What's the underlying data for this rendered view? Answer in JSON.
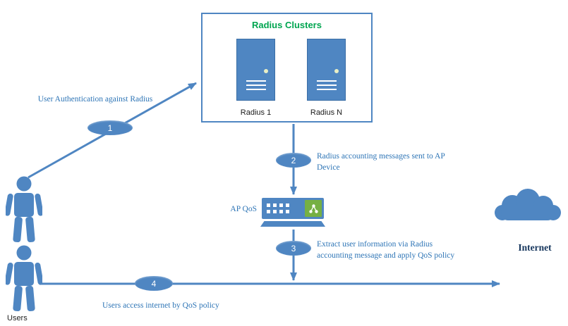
{
  "colors": {
    "accent": "#4f86c2",
    "accent-dark": "#3a6ea5",
    "title-green": "#00a550",
    "text-blue": "#2e75b6",
    "internet-navy": "#17375e",
    "device-green": "#76b043",
    "led": "#e9efc5"
  },
  "cluster": {
    "title": "Radius Clusters",
    "servers": [
      {
        "label": "Radius 1"
      },
      {
        "label": "Radius N"
      }
    ]
  },
  "steps": [
    {
      "num": "1",
      "label": "User Authentication against Radius"
    },
    {
      "num": "2",
      "label": "Radius accounting messages sent to AP Device"
    },
    {
      "num": "3",
      "label": "Extract user information via Radius accounting message and apply QoS policy"
    },
    {
      "num": "4",
      "label": "Users access internet by QoS policy"
    }
  ],
  "ap": {
    "label": "AP QoS"
  },
  "internet": {
    "label": "Internet"
  },
  "users": {
    "label": "Users"
  }
}
